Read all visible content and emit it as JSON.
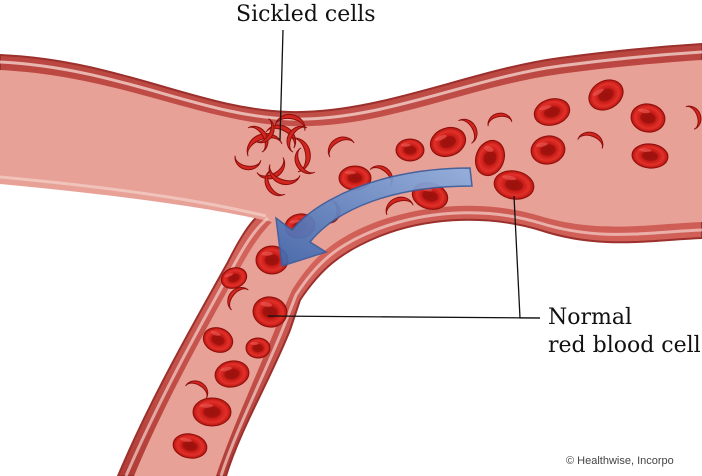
{
  "labels": {
    "sickled": "Sickled cells",
    "normal_line1": "Normal",
    "normal_line2": "red blood cell"
  },
  "credit": "© Healthwise, Incorpo",
  "colors": {
    "vessel_wall": "#c9524c",
    "vessel_lumen": "#e59a90",
    "cell": "#d8231f",
    "cell_center": "#a8140f",
    "arrow": "#4f7ac0",
    "leader_line": "#111111"
  },
  "icons": {
    "flow_arrow": "curved-arrow-icon",
    "normal_cell": "red-blood-cell-icon",
    "sickle_cell": "sickle-cell-icon"
  }
}
